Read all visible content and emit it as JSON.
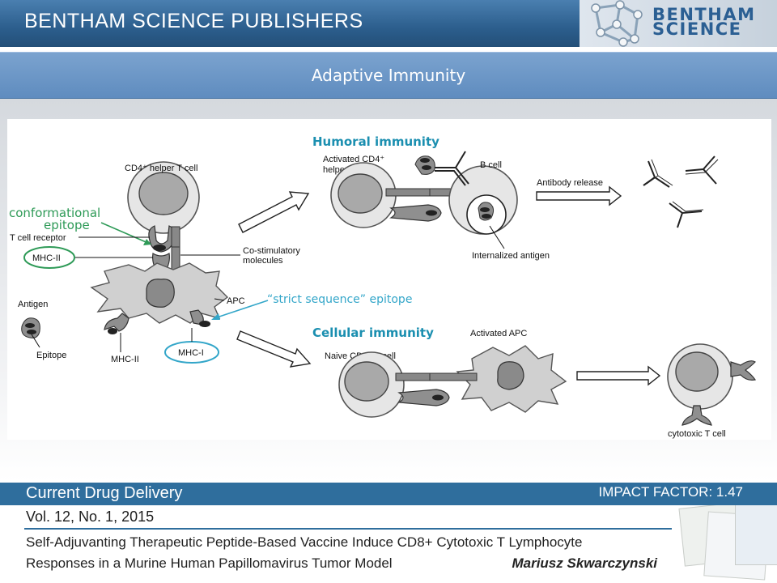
{
  "header": {
    "publisher": "BENTHAM SCIENCE PUBLISHERS",
    "logo_line1": "BENTHAM",
    "logo_line2": "SCIENCE"
  },
  "slide": {
    "title": "Adaptive Immunity"
  },
  "diagram": {
    "cd4_helper": "CD4⁺ helper T cell",
    "conformational_1": "conformational",
    "conformational_2": "epitope",
    "t_cell_receptor": "T cell receptor",
    "mhc2_boxed": "MHC-II",
    "costim_1": "Co-stimulatory",
    "costim_2": "molecules",
    "antigen": "Antigen",
    "epitope": "Epitope",
    "mhc2": "MHC-II",
    "mhc1_boxed": "MHC-I",
    "apc": "APC",
    "strict_sequence": "“strict sequence” epitope",
    "humoral": "Humoral immunity",
    "activated_cd4_1": "Activated CD4⁺",
    "activated_cd4_2": "helper T cell",
    "b_cell": "B cell",
    "antibody_release": "Antibody release",
    "internalized_antigen": "Internalized antigen",
    "cellular": "Cellular immunity",
    "activated_apc": "Activated APC",
    "naive_cd8": "Naive CD8⁺ T cell",
    "cytotoxic": "cytotoxic T cell"
  },
  "footer": {
    "journal": "Current Drug Delivery",
    "impact_factor": "IMPACT FACTOR: 1.47",
    "volume": "Vol. 12, No. 1, 2015",
    "article_line1": "Self-Adjuvanting Therapeutic Peptide-Based Vaccine Induce CD8+ Cytotoxic T Lymphocyte",
    "article_line2": "Responses in a Murine Human Papillomavirus Tumor Model",
    "author": "Mariusz Skwarczynski"
  },
  "colors": {
    "header_blue": "#2c5e8d",
    "band_blue": "#6b96c6",
    "footer_blue": "#2f6e9d",
    "accent_green": "#2e9a57",
    "accent_cyan": "#33a6c9",
    "heading_teal": "#1b8fb0"
  },
  "icons": [
    "bentham-molecule-logo-icon",
    "antibody-icon",
    "arrow-icon"
  ]
}
